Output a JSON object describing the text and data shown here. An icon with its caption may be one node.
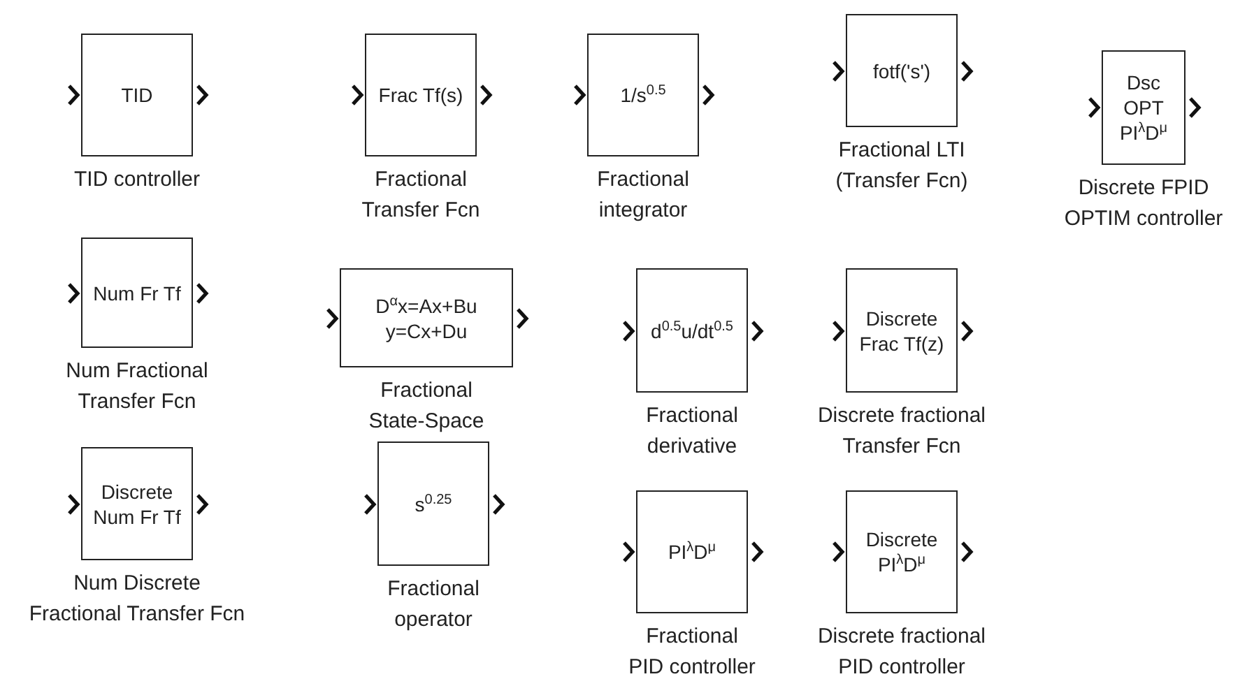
{
  "diagram": {
    "nodes": [
      {
        "text": [
          "TID"
        ],
        "beside": [
          "TID controller"
        ]
      },
      {
        "text": [
          "Frac Tf(s)"
        ],
        "beside": [
          "Fractional Transfer Fcn"
        ]
      },
      {
        "text": [
          "1/s$^{0.5}$"
        ],
        "beside": [
          "Fractional integrator"
        ]
      },
      {
        "text": [
          "fotf('s')"
        ],
        "beside": [
          "Fractional LTI (Transfer Fcn)"
        ]
      },
      {
        "text": [
          "Dsc OPT PI$^{λ}$D$^{μ}$"
        ],
        "beside": [
          "Discrete FPID OPTIM controller"
        ]
      },
      {
        "text": [
          "Num Fr Tf"
        ],
        "beside": [
          "Num Fractional Transfer Fcn"
        ]
      },
      {
        "text": [
          "D$^{α}$x=Ax+Bu",
          "y=Cx+Du"
        ],
        "beside": [
          "Fractional State-Space"
        ]
      },
      {
        "text": [
          "d$^{0.5}$u/dt$^{0.5}$"
        ],
        "beside": [
          "Fractional derivative"
        ]
      },
      {
        "text": [
          "Discrete Frac Tf(z)"
        ],
        "beside": [
          "Discrete fractional Transfer Fcn"
        ]
      },
      {
        "text": [
          "Discrete Num Fr Tf"
        ],
        "beside": [
          "Num Discrete Fractional Transfer Fcn"
        ]
      },
      {
        "text": [
          "s$^{0.25}$"
        ],
        "beside": [
          "Fractional operator"
        ]
      },
      {
        "text": [
          "PI$^{λ}$D$^{μ}$"
        ],
        "beside": [
          "Fractional PID controller"
        ]
      },
      {
        "text": [
          "Discrete PI$^{λ}$D$^{μ}$"
        ],
        "beside": [
          "Discrete fractional PID controller"
        ]
      }
    ]
  }
}
